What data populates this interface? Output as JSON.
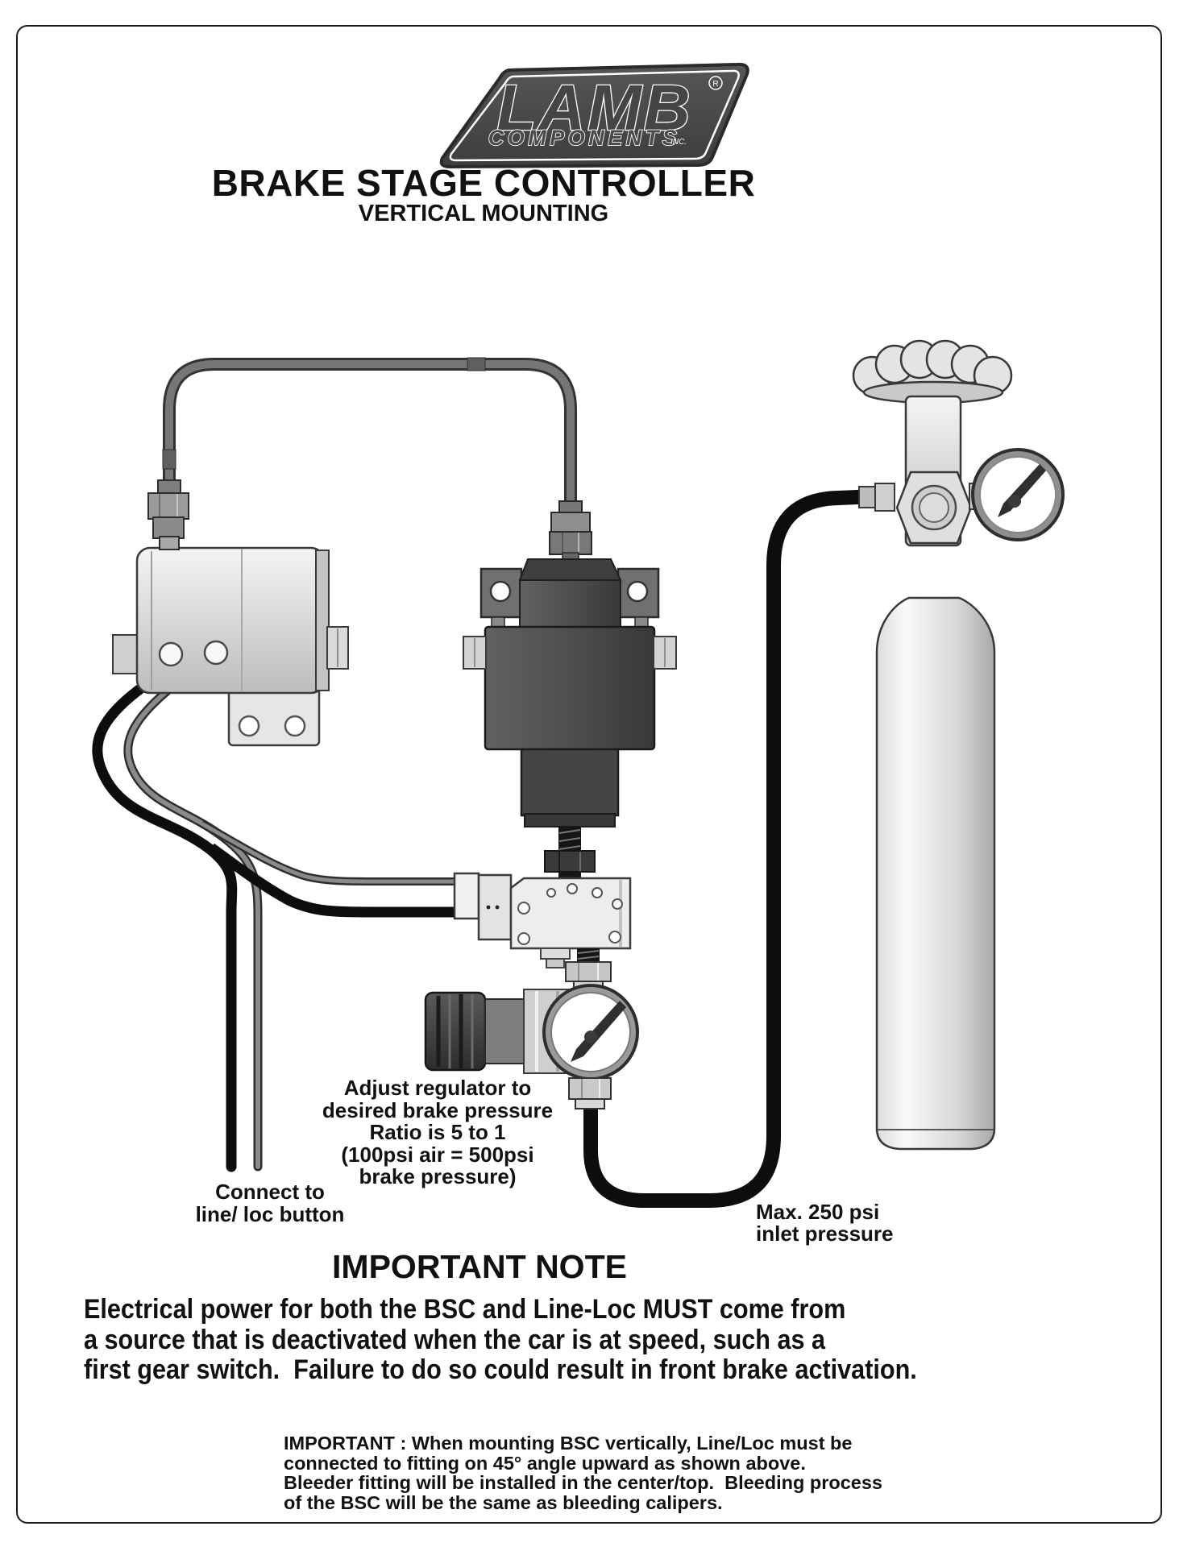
{
  "page": {
    "title": "BRAKE STAGE CONTROLLER",
    "subtitle": "VERTICAL MOUNTING"
  },
  "logo": {
    "brand": "LAMB",
    "company": "COMPONENTS",
    "suffix": "INC.",
    "registered": "R"
  },
  "diagram_labels": {
    "adjust": {
      "line1": "Adjust regulator to",
      "line2": "desired brake pressure",
      "line3": "Ratio is 5 to 1",
      "line4": "(100psi air = 500psi",
      "line5": "brake pressure)"
    },
    "connect": {
      "line1": "Connect to",
      "line2": "line/ loc button"
    },
    "max_inlet": {
      "line1": "Max. 250 psi",
      "line2": "inlet pressure"
    }
  },
  "important_note": {
    "heading": "IMPORTANT NOTE",
    "line1": "Electrical power for both the BSC and Line-Loc MUST come from",
    "line2": "a source that is deactivated when the car is at speed, such as a",
    "line3": "first gear switch.  Failure to do so could result in front brake activation."
  },
  "mounting_note": {
    "line1": "IMPORTANT : When mounting BSC vertically, Line/Loc must be",
    "line2": "connected to fitting on 45° angle upward as shown above.",
    "line3": "Bleeder fitting will be installed in the center/top.  Bleeding process",
    "line4": "of the BSC will be the same as bleeding calipers.",
    "colors_note": ""
  },
  "colors": {
    "ink": "#1c1c1c",
    "badge": "#484848",
    "hose_black": "#0d0d0d",
    "tube_gray": "#8a8a8a",
    "metal_dark": "#4a4a4a",
    "metal_light": "#e8e8e8"
  }
}
